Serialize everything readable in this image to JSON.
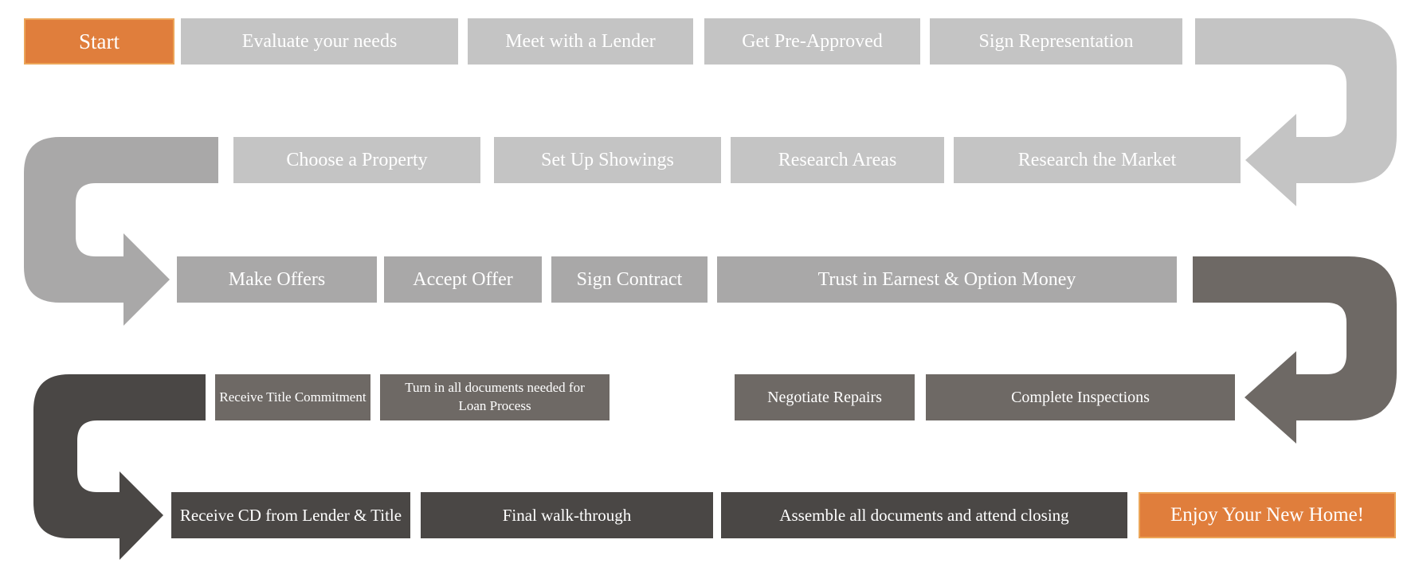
{
  "palette": {
    "row12": "#C4C4C4",
    "row3": "#A9A8A8",
    "row4": "#6E6965",
    "row5": "#4A4745",
    "accent_fill": "#E07E3C",
    "accent_border": "#ECA558",
    "text": "#FFFFFF"
  },
  "steps": {
    "start": "Start",
    "evaluate": "Evaluate your needs",
    "meet_lender": "Meet with a Lender",
    "pre_approved": "Get Pre-Approved",
    "sign_representation": "Sign Representation",
    "choose_property": "Choose a Property",
    "set_up_showings": "Set Up Showings",
    "research_areas": "Research Areas",
    "research_market": "Research the Market",
    "make_offers": "Make Offers",
    "accept_offer": "Accept Offer",
    "sign_contract": "Sign Contract",
    "trust_earnest": "Trust in Earnest & Option Money",
    "title_commitment": "Receive Title Commitment",
    "turn_in_documents": "Turn in all documents needed for\nLoan Process",
    "negotiate_repairs": "Negotiate Repairs",
    "complete_inspections": "Complete Inspections",
    "receive_cd": "Receive CD from Lender & Title",
    "final_walkthrough": "Final walk-through",
    "assemble_documents": "Assemble all documents and attend closing",
    "enjoy_home": "Enjoy Your New Home!"
  },
  "arrows": [
    {
      "name": "arrow-row1-to-row2",
      "direction": "right-down-left"
    },
    {
      "name": "arrow-row2-to-row3",
      "direction": "left-down-right"
    },
    {
      "name": "arrow-row3-to-row4",
      "direction": "right-down-left"
    },
    {
      "name": "arrow-row4-to-row5",
      "direction": "left-down-right"
    }
  ]
}
